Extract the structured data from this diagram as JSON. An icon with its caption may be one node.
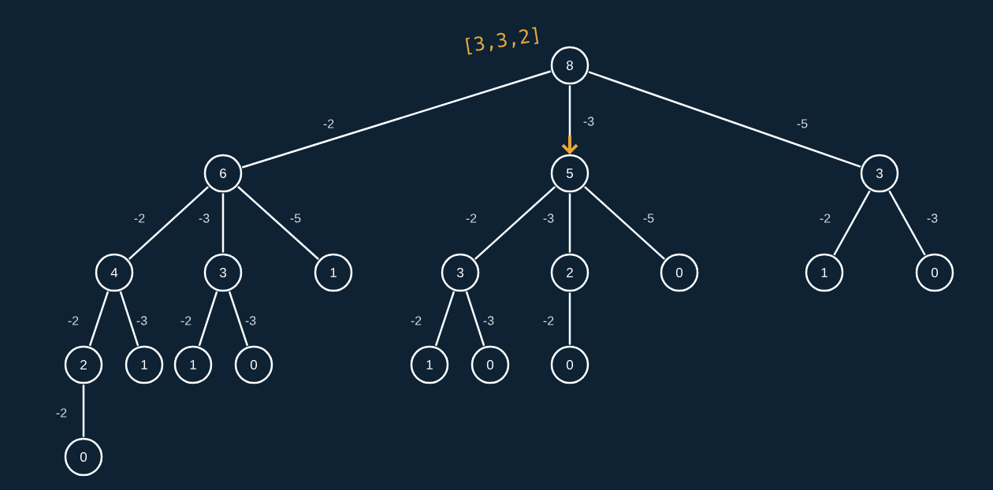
{
  "diagram": {
    "nodes": [
      {
        "text": [
          "8"
        ],
        "beside": [
          "[3,3,2]"
        ]
      },
      {
        "text": [
          "6"
        ]
      },
      {
        "text": [
          "5"
        ]
      },
      {
        "text": [
          "3"
        ]
      },
      {
        "text": [
          "4"
        ]
      },
      {
        "text": [
          "3"
        ]
      },
      {
        "text": [
          "1"
        ]
      },
      {
        "text": [
          "3"
        ]
      },
      {
        "text": [
          "2"
        ]
      },
      {
        "text": [
          "0"
        ]
      },
      {
        "text": [
          "1"
        ]
      },
      {
        "text": [
          "0"
        ]
      },
      {
        "text": [
          "2"
        ]
      },
      {
        "text": [
          "1"
        ]
      },
      {
        "text": [
          "1"
        ]
      },
      {
        "text": [
          "0"
        ]
      },
      {
        "text": [
          "1"
        ]
      },
      {
        "text": [
          "0"
        ]
      },
      {
        "text": [
          "0"
        ]
      },
      {
        "text": [
          "0"
        ]
      }
    ],
    "edges": [
      {
        "from": 0,
        "to": 1,
        "arrow": "none",
        "label": "-2"
      },
      {
        "from": 0,
        "to": 2,
        "arrow": "to",
        "label": "-3"
      },
      {
        "from": 0,
        "to": 3,
        "arrow": "none",
        "label": "-5"
      },
      {
        "from": 1,
        "to": 4,
        "arrow": "none",
        "label": "-2"
      },
      {
        "from": 1,
        "to": 5,
        "arrow": "none",
        "label": "-3"
      },
      {
        "from": 1,
        "to": 6,
        "arrow": "none",
        "label": "-5"
      },
      {
        "from": 2,
        "to": 7,
        "arrow": "none",
        "label": "-2"
      },
      {
        "from": 2,
        "to": 8,
        "arrow": "none",
        "label": "-3"
      },
      {
        "from": 2,
        "to": 9,
        "arrow": "none",
        "label": "-5"
      },
      {
        "from": 3,
        "to": 10,
        "arrow": "none",
        "label": "-2"
      },
      {
        "from": 3,
        "to": 11,
        "arrow": "none",
        "label": "-3"
      },
      {
        "from": 4,
        "to": 12,
        "arrow": "none",
        "label": "-2"
      },
      {
        "from": 4,
        "to": 13,
        "arrow": "none",
        "label": "-3"
      },
      {
        "from": 5,
        "to": 14,
        "arrow": "none",
        "label": "-2"
      },
      {
        "from": 5,
        "to": 15,
        "arrow": "none",
        "label": "-3"
      },
      {
        "from": 7,
        "to": 16,
        "arrow": "none",
        "label": "-2"
      },
      {
        "from": 7,
        "to": 17,
        "arrow": "none",
        "label": "-3"
      },
      {
        "from": 8,
        "to": 18,
        "arrow": "none",
        "label": "-2"
      },
      {
        "from": 12,
        "to": 19,
        "arrow": "none",
        "label": "-2"
      }
    ]
  }
}
